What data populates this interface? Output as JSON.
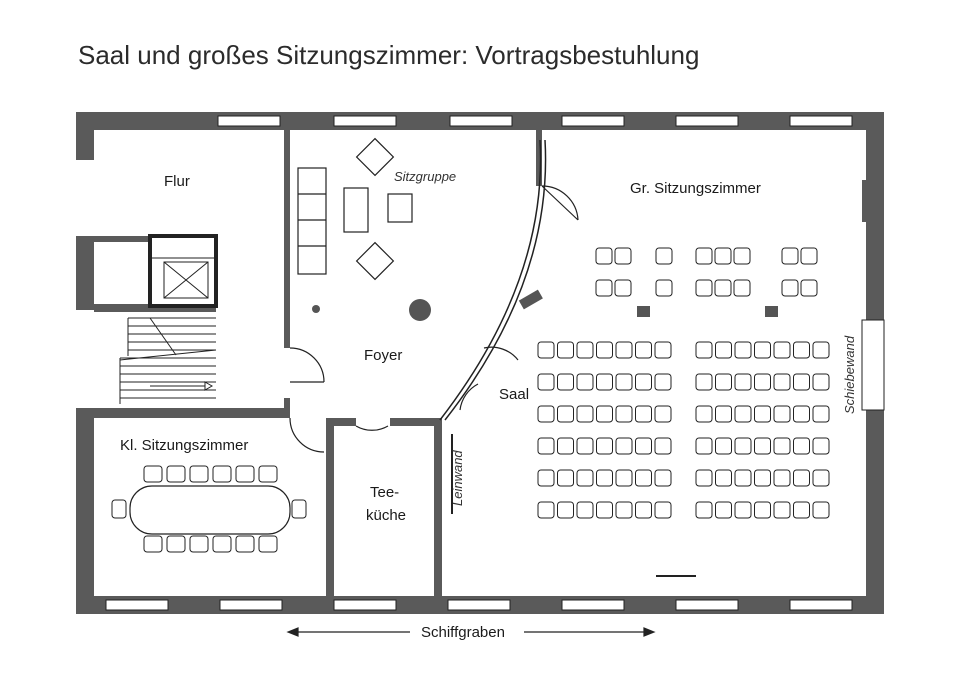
{
  "title": "Saal und großes Sitzungszimmer: Vortragsbestuhlung",
  "rooms": {
    "flur": "Flur",
    "sitzgruppe": "Sitzgruppe",
    "gr_sitzungszimmer": "Gr. Sitzungszimmer",
    "foyer": "Foyer",
    "saal": "Saal",
    "schiebewand": "Schiebewand",
    "kl_sitzungszimmer": "Kl. Sitzungszimmer",
    "teekueche_line1": "Tee-",
    "teekueche_line2": "küche",
    "leinwand": "Leinwand"
  },
  "street": "Schiffgraben",
  "colors": {
    "wall": "#5a5a5a",
    "line": "#222222",
    "chair_fill": "#ffffff",
    "dark": "#555555"
  }
}
